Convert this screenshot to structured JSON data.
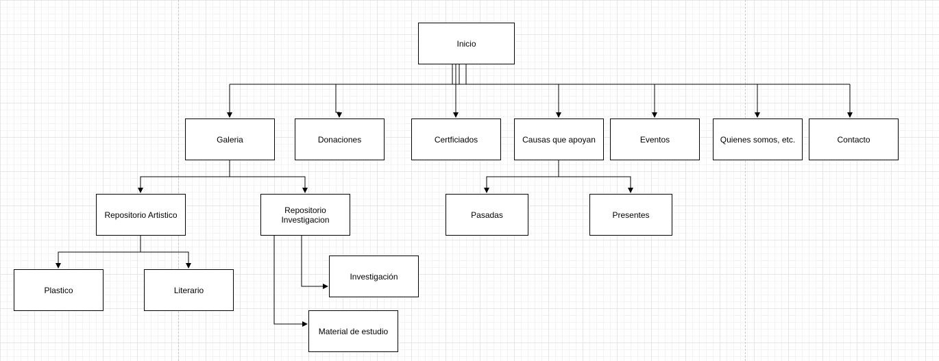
{
  "diagram": {
    "colors": {
      "stroke": "#000000",
      "fill": "#ffffff",
      "grid": "#e6e6e6"
    },
    "nodes": {
      "inicio": "Inicio",
      "galeria": "Galeria",
      "donaciones": "Donaciones",
      "certificados": "Certficiados",
      "causas": "Causas que apoyan",
      "eventos": "Eventos",
      "quienes": "Quienes somos, etc.",
      "contacto": "Contacto",
      "repo_artistico": "Repositorio Artistico",
      "repo_investigacion": "Repositorio Investigacion",
      "pasadas": "Pasadas",
      "presentes": "Presentes",
      "plastico": "Plastico",
      "literario": "Literario",
      "investigacion": "Investigación",
      "material": "Material de estudio"
    },
    "edges": [
      [
        "inicio",
        "galeria"
      ],
      [
        "inicio",
        "donaciones"
      ],
      [
        "inicio",
        "certificados"
      ],
      [
        "inicio",
        "causas"
      ],
      [
        "inicio",
        "eventos"
      ],
      [
        "inicio",
        "quienes"
      ],
      [
        "inicio",
        "contacto"
      ],
      [
        "galeria",
        "repo_artistico"
      ],
      [
        "galeria",
        "repo_investigacion"
      ],
      [
        "causas",
        "pasadas"
      ],
      [
        "causas",
        "presentes"
      ],
      [
        "repo_artistico",
        "plastico"
      ],
      [
        "repo_artistico",
        "literario"
      ],
      [
        "repo_investigacion",
        "investigacion"
      ],
      [
        "repo_investigacion",
        "material"
      ]
    ]
  }
}
